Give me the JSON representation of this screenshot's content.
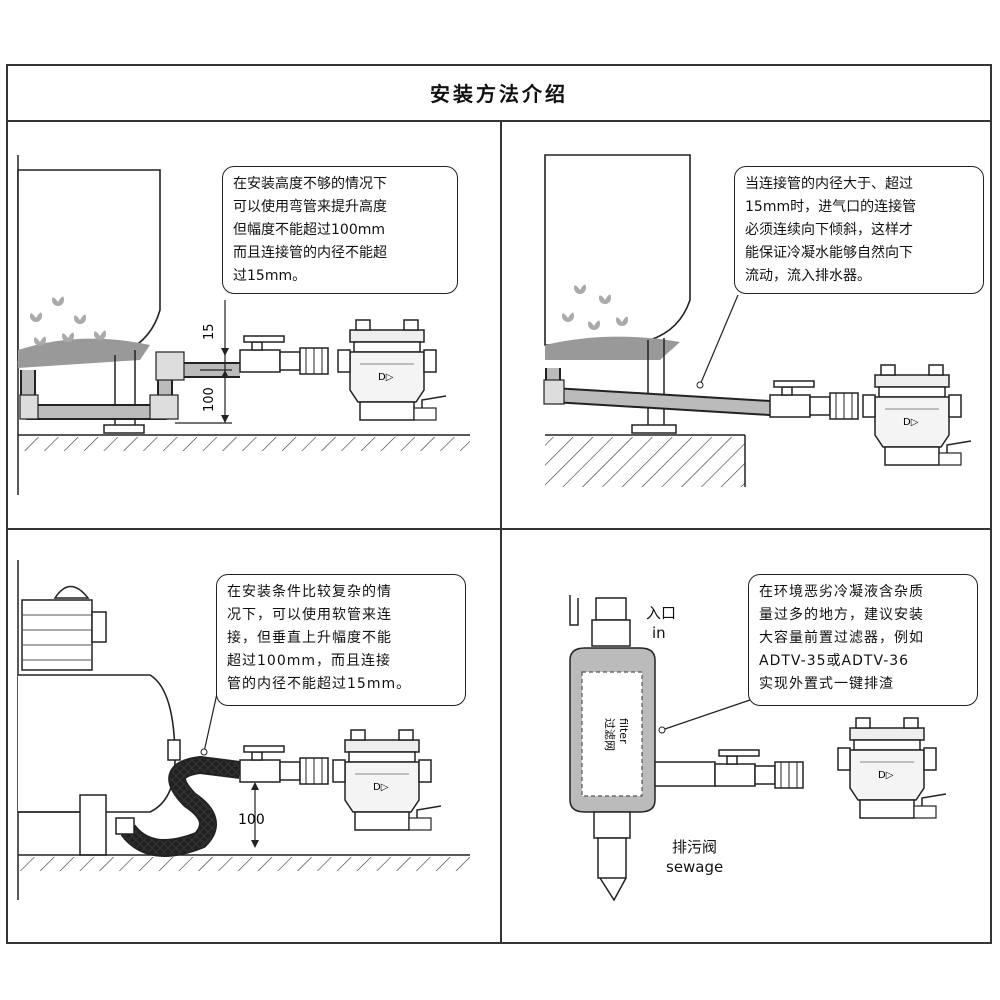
{
  "title": "安装方法介绍",
  "panels": [
    {
      "note": "在安装高度不够的情况下\n可以使用弯管来提升高度\n但幅度不能超过100mm\n而且连接管的内径不能超\n过15mm。",
      "dim_upper": "15",
      "dim_lower": "100"
    },
    {
      "note": "当连接管的内径大于、超过\n15mm时，进气口的连接管\n必须连续向下倾斜，这样才\n能保证冷凝水能够自然向下\n流动，流入排水器。"
    },
    {
      "note": "在安装条件比较复杂的情\n况下，可以使用软管来连\n接，但垂直上升幅度不能\n超过100mm，而且连接\n管的内径不能超过15mm。",
      "dim": "100"
    },
    {
      "note": "在环境恶劣冷凝液含杂质\n量过多的地方，建议安装\n大容量前置过滤器，例如\nADTV-35或ADTV-36\n实现外置式一键排渣",
      "inlet_cn": "入口",
      "inlet_en": "in",
      "drain_cn": "排污阀",
      "drain_en": "sewage",
      "filter_cn": "过滤网",
      "filter_en": "filter"
    }
  ]
}
